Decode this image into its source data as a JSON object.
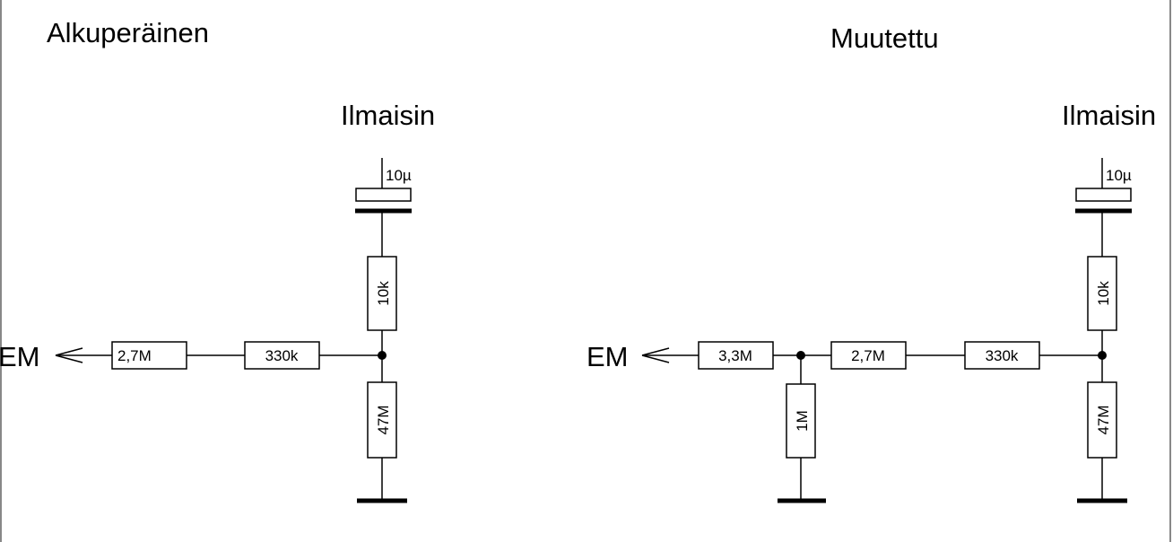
{
  "original": {
    "heading": "Alkuperäinen",
    "detector_label": "Ilmaisin",
    "output_label": "EM",
    "capacitor": "10µ",
    "r_top": "10k",
    "r_series_1": "2,7M",
    "r_series_2": "330k",
    "r_bottom": "47M"
  },
  "modified": {
    "heading": "Muutettu",
    "detector_label": "Ilmaisin",
    "output_label": "EM",
    "capacitor": "10µ",
    "r_top": "10k",
    "r_series_0": "3,3M",
    "r_shunt": "1M",
    "r_series_1": "2,7M",
    "r_series_2": "330k",
    "r_bottom": "47M"
  },
  "colors": {
    "ink": "#000000",
    "background": "#ffffff",
    "frame": "#808080"
  }
}
